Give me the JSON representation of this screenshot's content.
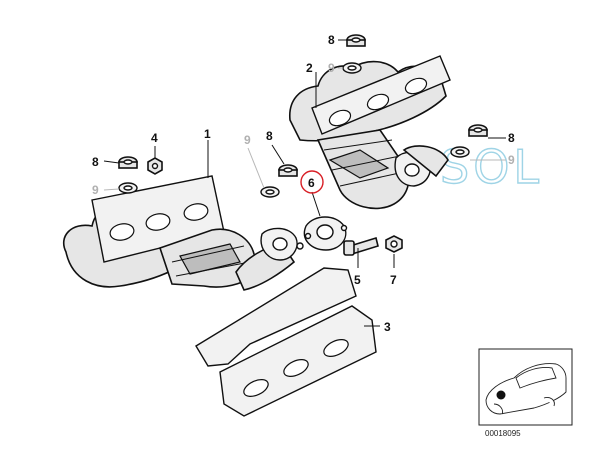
{
  "callouts": {
    "c1": "1",
    "c2": "2",
    "c3": "3",
    "c4": "4",
    "c5": "5",
    "c6": "6",
    "c7": "7",
    "c8a": "8",
    "c8b": "8",
    "c8c": "8",
    "c9a": "9",
    "c9b": "9",
    "c9c": "9",
    "c9d": "9"
  },
  "watermark": "SOL",
  "reference_number": "00018095",
  "colors": {
    "highlight_circle": "#d81f26",
    "watermark": "#9fd4e6"
  }
}
